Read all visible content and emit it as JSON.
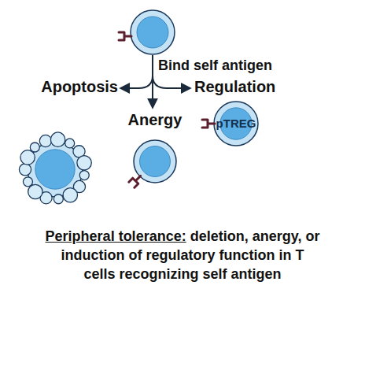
{
  "diagram": {
    "title": "Peripheral tolerance:",
    "caption": "deletion, anergy, or induction of regulatory function in T cells recognizing self antigen",
    "nodes": [
      {
        "text": [
          "Apoptosis"
        ]
      },
      {
        "text": [
          "Anergy"
        ]
      },
      {
        "text": [
          "Regulation",
          "pTREG"
        ]
      }
    ],
    "labels": [
      "Bind self antigen"
    ]
  }
}
